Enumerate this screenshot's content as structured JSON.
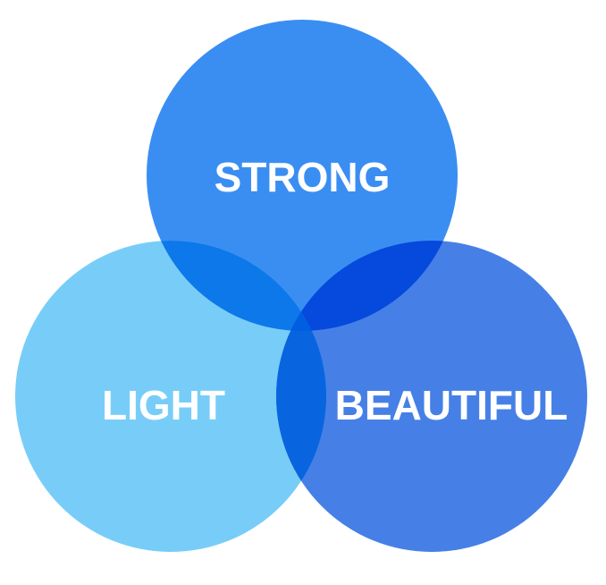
{
  "diagram": {
    "type": "venn",
    "circles": [
      {
        "id": "strong",
        "label": "STRONG",
        "color": "#3a8ef2"
      },
      {
        "id": "light",
        "label": "LIGHT",
        "color": "#78cdf8"
      },
      {
        "id": "beautiful",
        "label": "BEAUTIFUL",
        "color": "#4680e6"
      }
    ],
    "overlap_colors": {
      "strong_light": "#0d78ea",
      "strong_beautiful": "#0549dd",
      "light_beautiful": "#0865df",
      "all": "#005fe0"
    }
  }
}
